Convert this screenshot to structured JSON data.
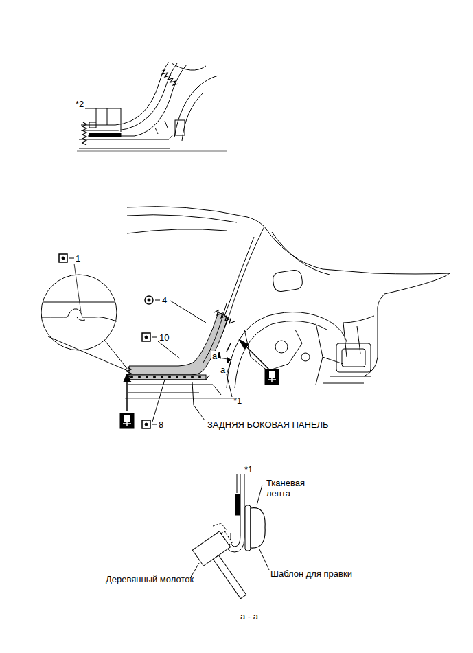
{
  "diagram": {
    "labels": [
      "*2",
      "1",
      "4",
      "10",
      "a",
      "a",
      "*1",
      "8",
      "ЗАДНЯЯ БОКОВАЯ ПАНЕЛЬ",
      "*1",
      "Тканевая лента",
      "Деревянный молоток",
      "Шаблон для правки",
      "a - a"
    ]
  }
}
